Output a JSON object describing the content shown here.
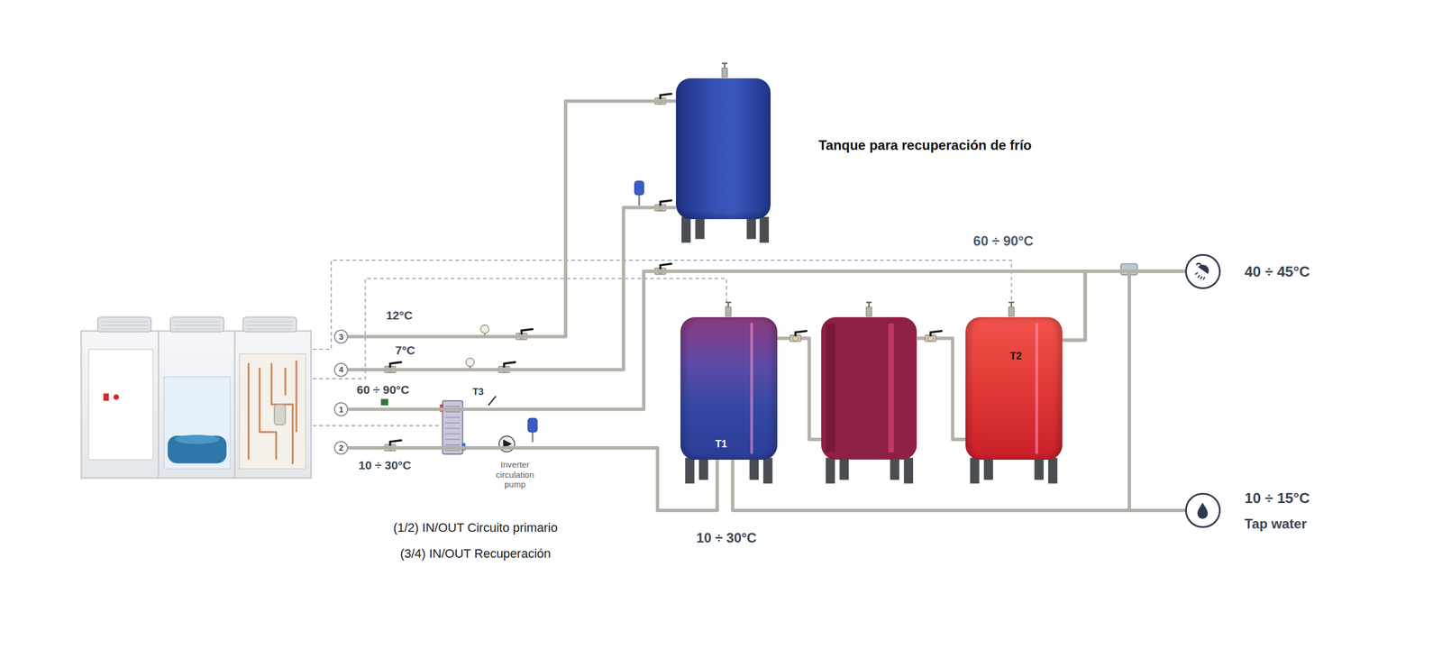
{
  "diagram": {
    "nodes": [
      {
        "text": [
          "3"
        ]
      },
      {
        "text": [
          "4"
        ]
      },
      {
        "text": [
          "1"
        ]
      },
      {
        "text": [
          "2"
        ]
      },
      {
        "text": [
          "Tanque para recuperación de frío"
        ]
      },
      {
        "text": [
          "T1"
        ]
      },
      {
        "text": [
          "T2"
        ]
      },
      {
        "text": [
          "40 ÷ 45°C"
        ]
      },
      {
        "text": [
          "10 ÷ 15°C",
          "Tap water"
        ]
      }
    ],
    "edges": [
      {
        "from": 0,
        "to": 4,
        "arrow": "none"
      },
      {
        "from": 4,
        "to": 1,
        "arrow": "none"
      },
      {
        "from": 2,
        "to": 6,
        "arrow": "none"
      },
      {
        "from": 6,
        "to": 7,
        "arrow": "none"
      },
      {
        "from": 8,
        "to": 5,
        "arrow": "none"
      },
      {
        "from": 8,
        "to": 7,
        "arrow": "none"
      },
      {
        "from": 3,
        "to": 5,
        "arrow": "none"
      }
    ],
    "labels": [
      "12°C",
      "7°C",
      "60 ÷ 90°C",
      "T3",
      "10 ÷ 30°C",
      "Inverter circulation pump",
      "(1/2) IN/OUT Circuito primario",
      "(3/4) IN/OUT Recuperación",
      "60 ÷ 90°C",
      "10 ÷ 30°C"
    ]
  }
}
